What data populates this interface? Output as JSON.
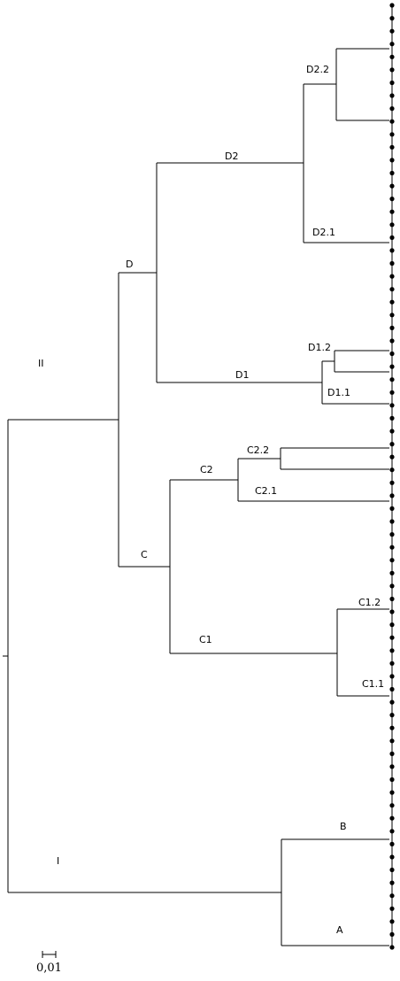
{
  "clusters": {
    "group_I": "I",
    "group_II": "II",
    "A": "A",
    "B": "B",
    "C": "C",
    "C1": "C1",
    "C1_1": "C1.1",
    "C1_2": "C1.2",
    "C2": "C2",
    "C2_1": "C2.1",
    "C2_2": "C2.2",
    "D": "D",
    "D1": "D1",
    "D1_1": "D1.1",
    "D1_2": "D1.2",
    "D2": "D2",
    "D2_1": "D2.1",
    "D2_2": "D2.2"
  },
  "scale_bar": {
    "label": "0,01"
  },
  "leaf_count": 74,
  "colors": {
    "lines": "#000000",
    "background": "#ffffff"
  }
}
